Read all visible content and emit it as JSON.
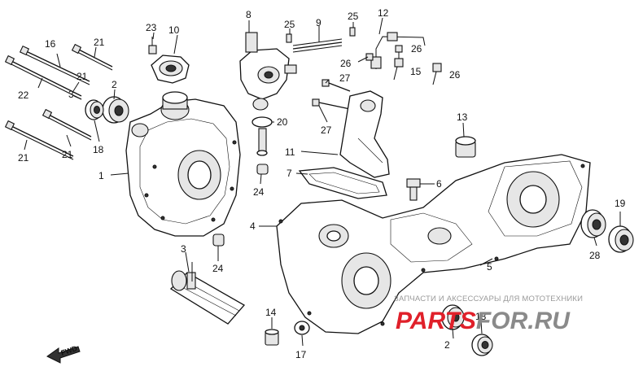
{
  "callouts": {
    "c1": "1",
    "c2a": "2",
    "c2b": "2",
    "c3a": "3",
    "c3b": "3",
    "c4": "4",
    "c5": "5",
    "c6": "6",
    "c7": "7",
    "c8": "8",
    "c9": "9",
    "c10": "10",
    "c11": "11",
    "c12": "12",
    "c13": "13",
    "c14": "14",
    "c15": "15",
    "c16": "16",
    "c17": "17",
    "c18a": "18",
    "c18b": "18",
    "c19": "19",
    "c20": "20",
    "c21a": "21",
    "c21b": "21",
    "c21c": "21",
    "c21d": "21",
    "c22": "22",
    "c23": "23",
    "c24a": "24",
    "c24b": "24",
    "c25a": "25",
    "c25b": "25",
    "c26a": "26",
    "c26b": "26",
    "c26c": "26",
    "c27a": "27",
    "c27b": "27",
    "c28": "28"
  },
  "fwd_label": "FWD",
  "watermark": {
    "tagline": "ЗАПЧАСТИ И АКСЕССУАРЫ ДЛЯ МОТОТЕХНИКИ",
    "brand_red": "PARTS",
    "brand_gray": "FOR.RU",
    "color_red": "#e0202a",
    "color_gray": "#8a8a8a"
  }
}
